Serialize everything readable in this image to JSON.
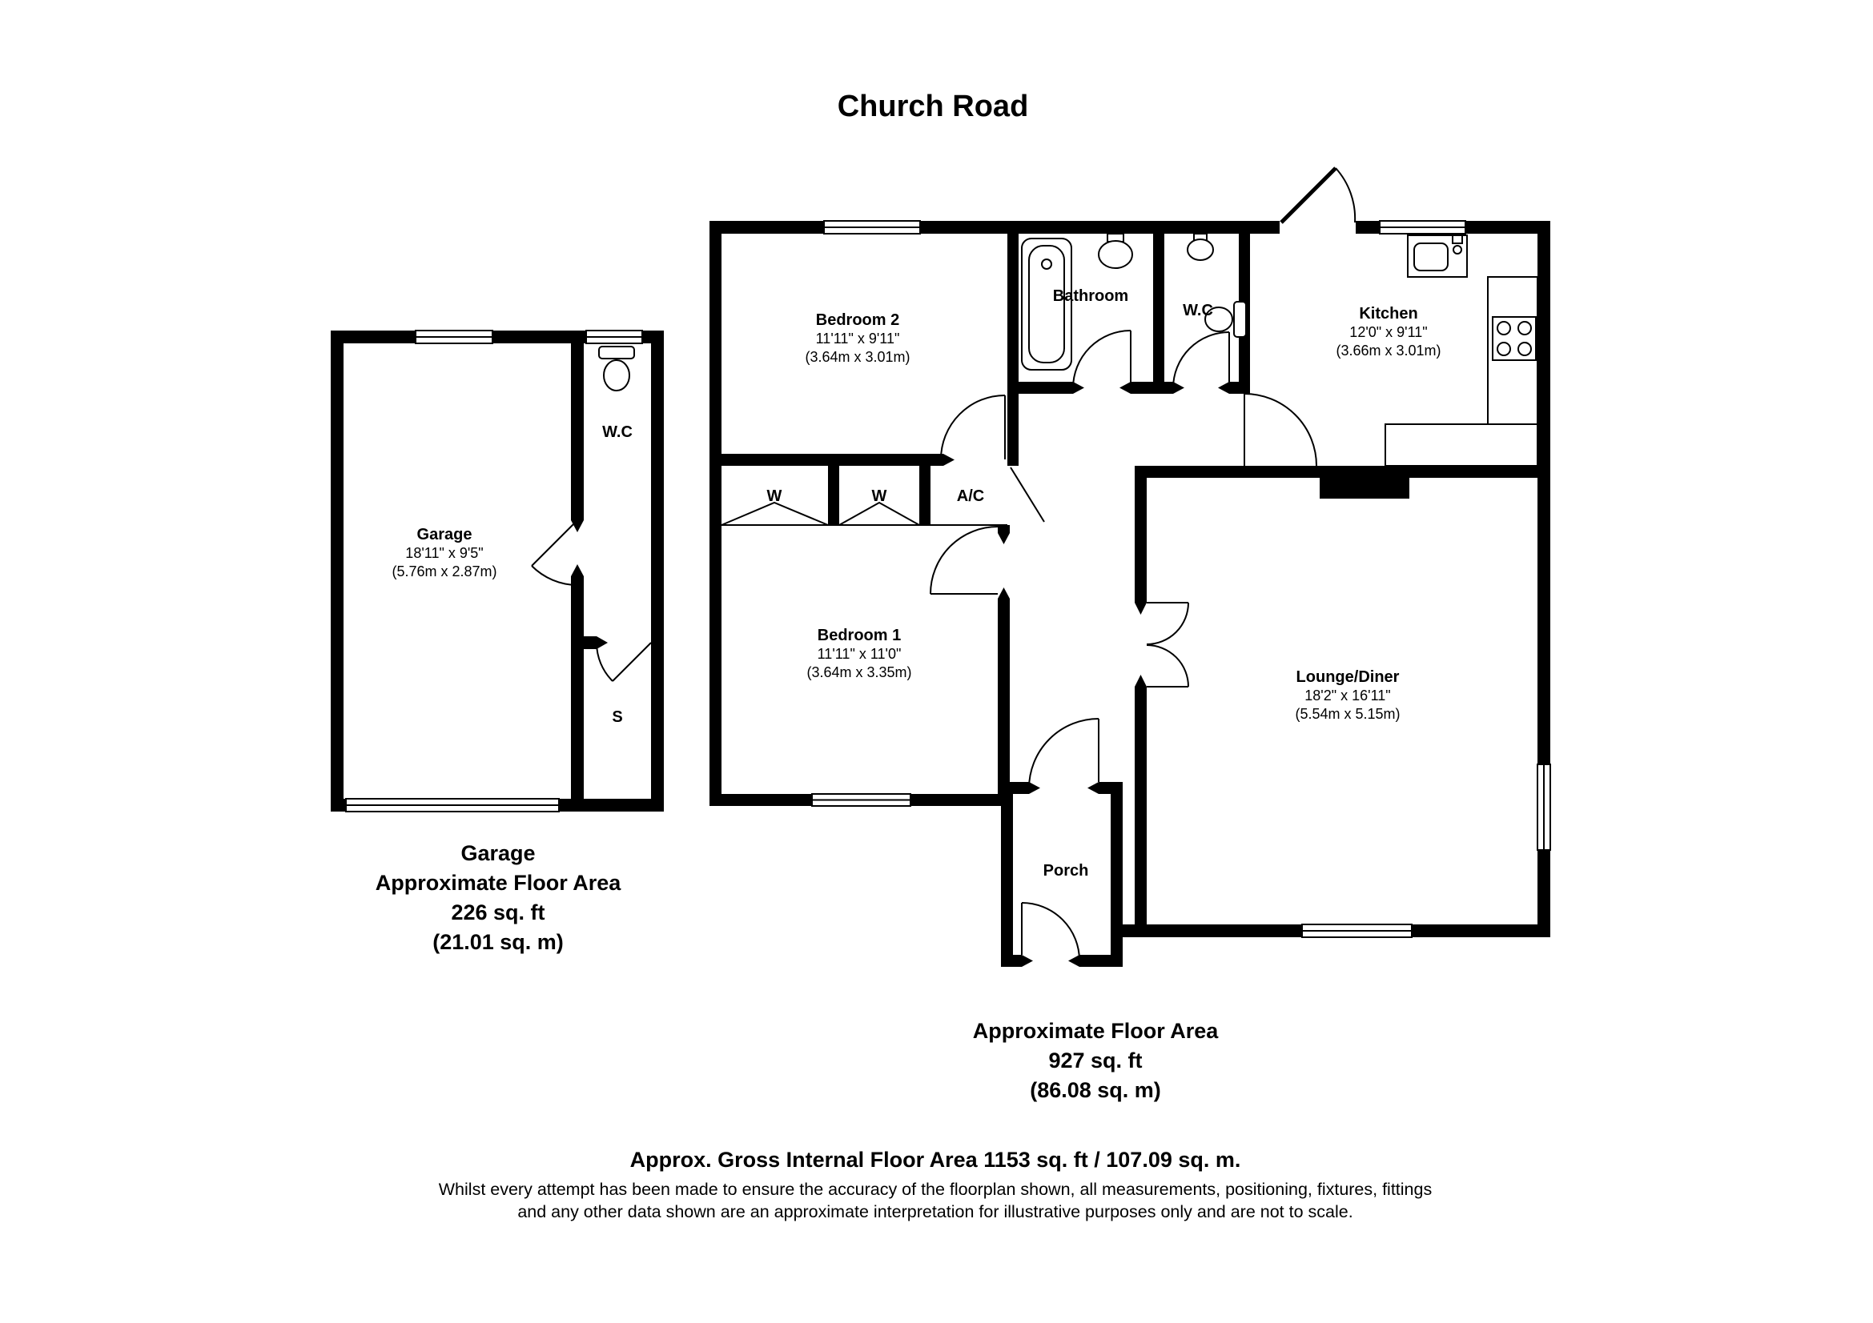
{
  "title": "Church Road",
  "rooms": {
    "bedroom2": {
      "name": "Bedroom 2",
      "dims_ft": "11'11\" x 9'11\"",
      "dims_m": "(3.64m x 3.01m)"
    },
    "bathroom": {
      "name": "Bathroom"
    },
    "wc_house": {
      "name": "W.C"
    },
    "kitchen": {
      "name": "Kitchen",
      "dims_ft": "12'0\" x 9'11\"",
      "dims_m": "(3.66m x 3.01m)"
    },
    "wardrobe1": {
      "name": "W"
    },
    "wardrobe2": {
      "name": "W"
    },
    "airing_cupboard": {
      "name": "A/C"
    },
    "bedroom1": {
      "name": "Bedroom 1",
      "dims_ft": "11'11\" x 11'0\"",
      "dims_m": "(3.64m x 3.35m)"
    },
    "lounge": {
      "name": "Lounge/Diner",
      "dims_ft": "18'2\" x 16'11\"",
      "dims_m": "(5.54m x 5.15m)"
    },
    "porch": {
      "name": "Porch"
    },
    "garage": {
      "name": "Garage",
      "dims_ft": "18'11\" x 9'5\"",
      "dims_m": "(5.76m x 2.87m)"
    },
    "wc_garage": {
      "name": "W.C"
    },
    "store": {
      "name": "S"
    }
  },
  "garage_caption": {
    "line1": "Garage",
    "line2": "Approximate Floor Area",
    "line3": "226 sq. ft",
    "line4": "(21.01 sq. m)"
  },
  "house_caption": {
    "line1": "Approximate Floor Area",
    "line2": "927 sq. ft",
    "line3": "(86.08 sq. m)"
  },
  "footer": {
    "gross_area": "Approx. Gross Internal Floor Area 1153 sq. ft / 107.09 sq. m.",
    "disclaimer1": "Whilst every attempt has been made to ensure the accuracy of the floorplan shown, all measurements, positioning, fixtures, fittings",
    "disclaimer2": "and any other data shown are an approximate interpretation for illustrative purposes only and are not to scale."
  },
  "colors": {
    "wall": "#000000",
    "floor": "#ffffff"
  }
}
